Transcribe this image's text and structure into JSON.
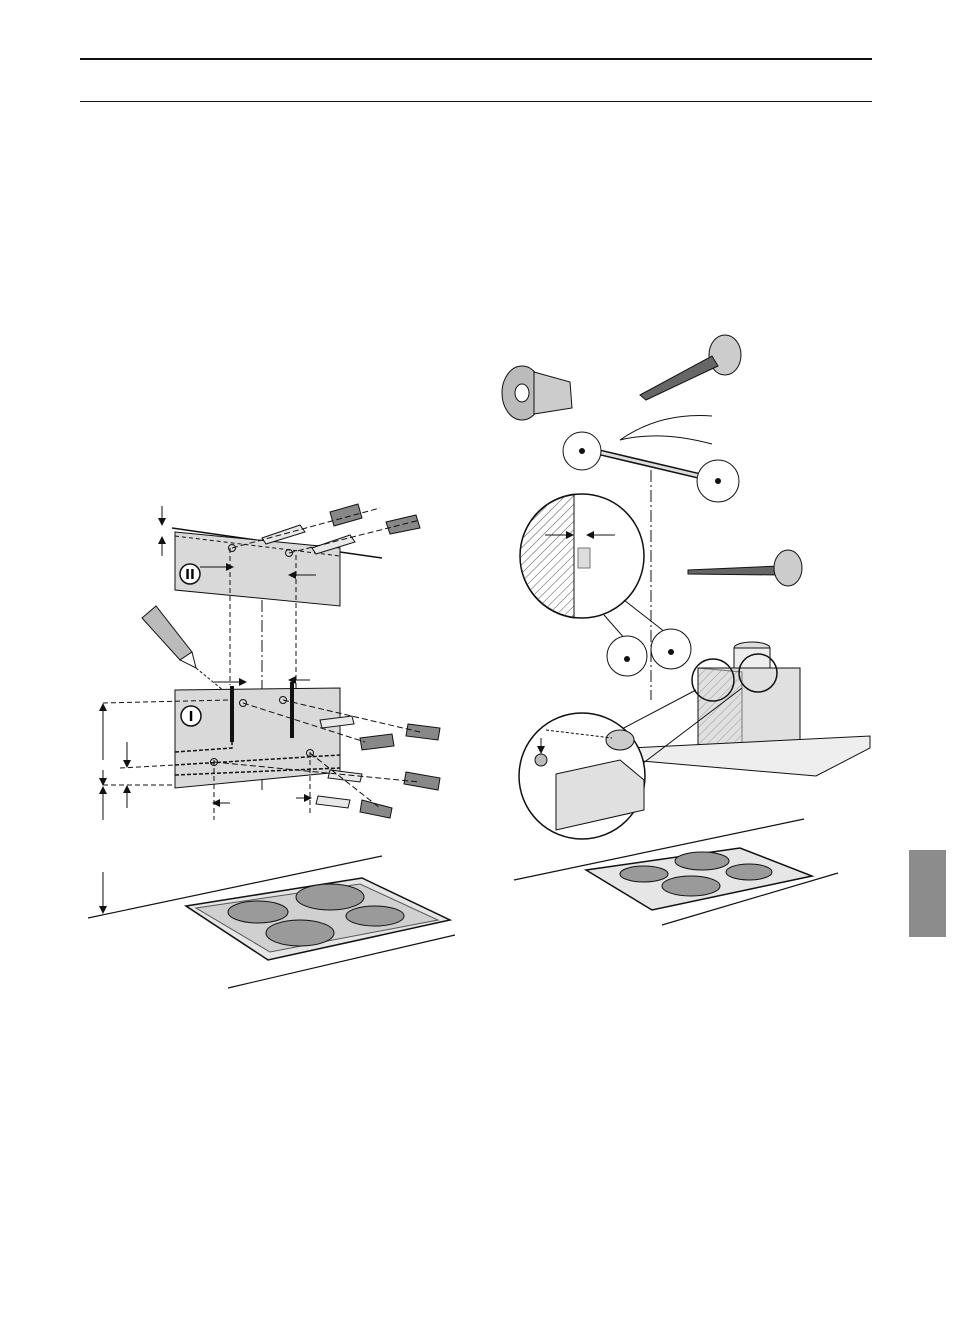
{
  "page": {
    "header_rule": "top",
    "colors": {
      "ink": "#111111",
      "panel": "#d9d9d9",
      "tab": "#8c8c8c",
      "hob_surface": "#e6e6e6",
      "burner": "#9a9a9a"
    }
  },
  "figure_left": {
    "template_upper_label": "II",
    "template_lower_label": "I",
    "icons": [
      "pencil-icon",
      "wall-plug-icon",
      "screw-icon"
    ]
  },
  "figure_right": {
    "icons": [
      "screw-icon",
      "wall-plug-icon",
      "detail-magnifier-icon",
      "extractor-hood-icon",
      "hob-icon"
    ]
  }
}
